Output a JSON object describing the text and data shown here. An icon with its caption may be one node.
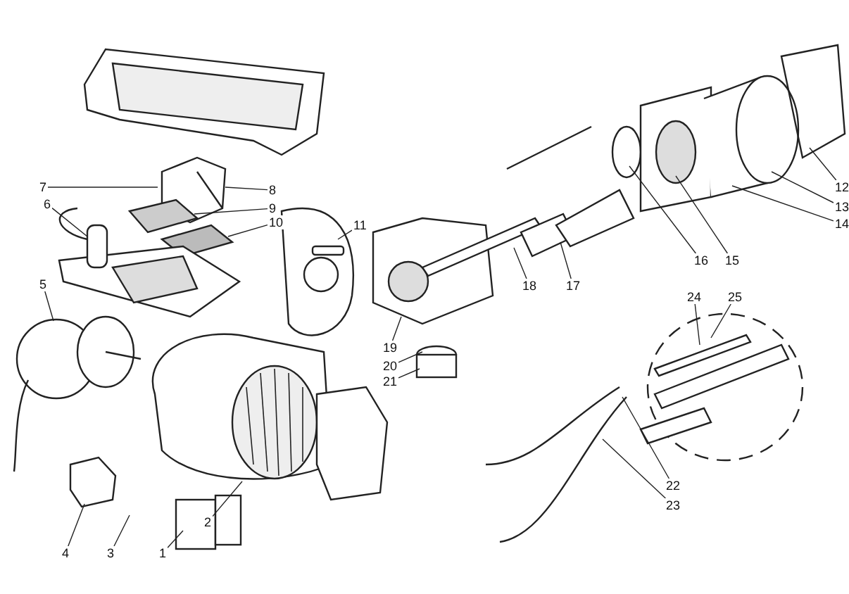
{
  "diagram": {
    "nodes": [
      {
        "text": [
          "1"
        ]
      },
      {
        "text": [
          "2"
        ]
      },
      {
        "text": [
          "3"
        ]
      },
      {
        "text": [
          "4"
        ]
      },
      {
        "text": [
          "5"
        ]
      },
      {
        "text": [
          "6"
        ]
      },
      {
        "text": [
          "7"
        ]
      },
      {
        "text": [
          "8"
        ]
      },
      {
        "text": [
          "9"
        ]
      },
      {
        "text": [
          "10"
        ]
      },
      {
        "text": [
          "11"
        ]
      },
      {
        "text": [
          "12"
        ]
      },
      {
        "text": [
          "13"
        ]
      },
      {
        "text": [
          "14"
        ]
      },
      {
        "text": [
          "15"
        ]
      },
      {
        "text": [
          "16"
        ]
      },
      {
        "text": [
          "17"
        ]
      },
      {
        "text": [
          "18"
        ]
      },
      {
        "text": [
          "19"
        ]
      },
      {
        "text": [
          "20"
        ]
      },
      {
        "text": [
          "21"
        ]
      },
      {
        "text": [
          "22"
        ]
      },
      {
        "text": [
          "23"
        ]
      },
      {
        "text": [
          "24"
        ]
      },
      {
        "text": [
          "25"
        ]
      }
    ],
    "edges": [
      {
        "from": 0,
        "to": null,
        "arrow": "none"
      },
      {
        "from": 1,
        "to": null,
        "arrow": "none"
      },
      {
        "from": 2,
        "to": null,
        "arrow": "none"
      },
      {
        "from": 3,
        "to": null,
        "arrow": "none"
      },
      {
        "from": 4,
        "to": null,
        "arrow": "none"
      },
      {
        "from": 5,
        "to": null,
        "arrow": "none"
      },
      {
        "from": 6,
        "to": null,
        "arrow": "none"
      },
      {
        "from": 7,
        "to": null,
        "arrow": "none"
      },
      {
        "from": 8,
        "to": null,
        "arrow": "none"
      },
      {
        "from": 9,
        "to": null,
        "arrow": "none"
      },
      {
        "from": 10,
        "to": null,
        "arrow": "none"
      },
      {
        "from": 11,
        "to": null,
        "arrow": "none"
      },
      {
        "from": 12,
        "to": null,
        "arrow": "none"
      },
      {
        "from": 13,
        "to": null,
        "arrow": "none"
      },
      {
        "from": 14,
        "to": null,
        "arrow": "none"
      },
      {
        "from": 15,
        "to": null,
        "arrow": "none"
      },
      {
        "from": 16,
        "to": null,
        "arrow": "none"
      },
      {
        "from": 17,
        "to": null,
        "arrow": "none"
      },
      {
        "from": 18,
        "to": null,
        "arrow": "none"
      },
      {
        "from": 19,
        "to": null,
        "arrow": "none"
      },
      {
        "from": 20,
        "to": null,
        "arrow": "none"
      },
      {
        "from": 21,
        "to": null,
        "arrow": "none"
      },
      {
        "from": 22,
        "to": null,
        "arrow": "none"
      },
      {
        "from": 23,
        "to": null,
        "arrow": "none"
      },
      {
        "from": 24,
        "to": null,
        "arrow": "none"
      }
    ]
  }
}
